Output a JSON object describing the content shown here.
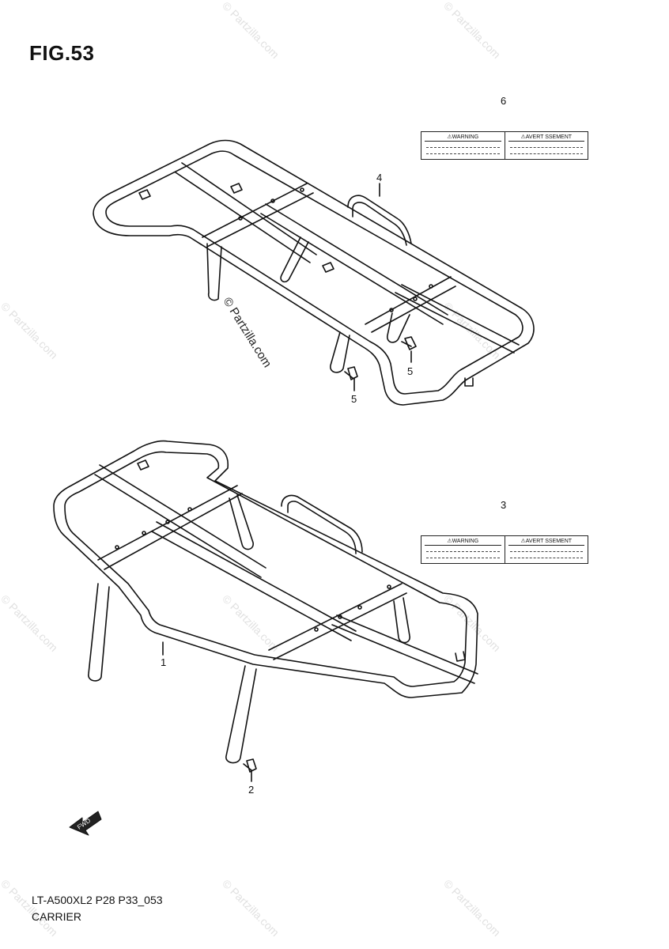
{
  "figure": {
    "title": "FIG.53"
  },
  "callouts": {
    "part1": "1",
    "part2": "2",
    "part3": "3",
    "part4": "4",
    "part5a": "5",
    "part5b": "5",
    "part6": "6"
  },
  "labels": {
    "warning_text": "⚠WARNING",
    "avertissement_text": "⚠AVERT SSEMENT"
  },
  "watermark": {
    "text": "© Partzilla.com"
  },
  "footer": {
    "model_code": "LT-A500XL2 P28 P33_053",
    "section": "CARRIER"
  },
  "fwd_icon": {
    "text": "FWD"
  }
}
